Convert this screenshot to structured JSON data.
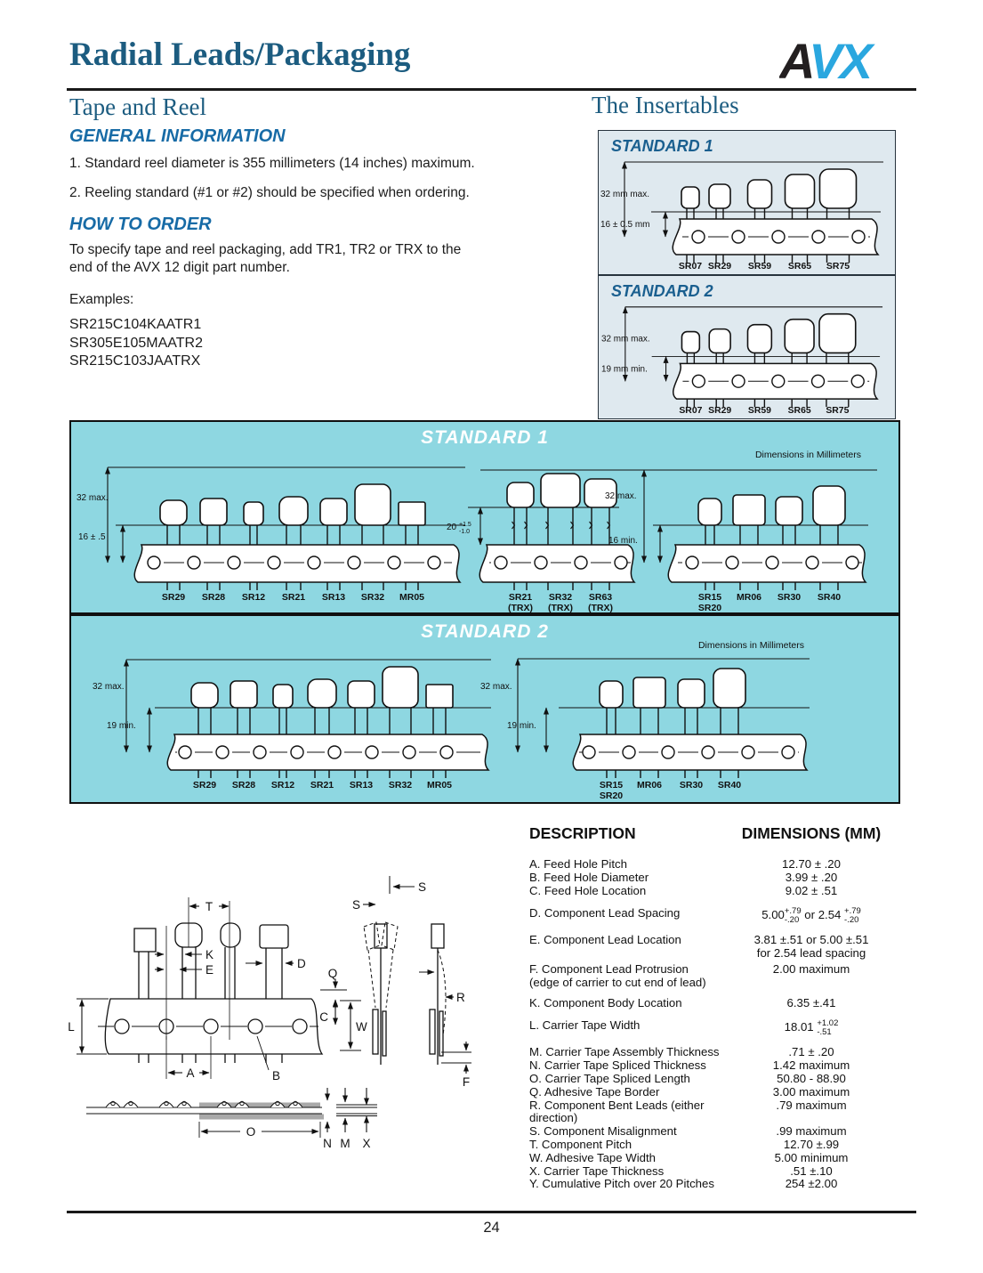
{
  "header": {
    "title": "Radial Leads/Packaging",
    "logo_a": "A",
    "logo_vx": "VX"
  },
  "sections": {
    "left_title": "Tape and Reel",
    "right_title": "The Insertables"
  },
  "general_information": {
    "heading": "GENERAL INFORMATION",
    "items": [
      "1. Standard reel diameter is 355 millimeters (14 inches) maximum.",
      "2. Reeling standard (#1 or #2) should be specified when ordering."
    ]
  },
  "how_to_order": {
    "heading": "HOW TO ORDER",
    "lines": [
      "To specify tape and reel packaging, add TR1, TR2 or TRX to the",
      "end of the AVX 12 digit part number."
    ],
    "examples_label": "Examples:",
    "examples": [
      "SR215C104KAATR1",
      "SR305E105MAATR2",
      "SR215C103JAATRX"
    ]
  },
  "insertables": {
    "standard1": {
      "title": "STANDARD 1",
      "height_dim": "32 mm max.",
      "seat_dim": "16 ± 0.5 mm",
      "parts": [
        "SR07",
        "SR29",
        "SR59",
        "SR65",
        "SR75"
      ]
    },
    "standard2": {
      "title": "STANDARD 2",
      "height_dim": "32 mm max.",
      "seat_dim": "19 mm min.",
      "parts": [
        "SR07",
        "SR29",
        "SR59",
        "SR65",
        "SR75"
      ]
    }
  },
  "reeling": {
    "standard1": {
      "title": "STANDARD 1",
      "note": "Dimensions in Millimeters",
      "left_parts": [
        "SR29",
        "SR28",
        "SR12",
        "SR21",
        "SR13",
        "SR32",
        "MR05"
      ],
      "trx_parts": [
        "SR21|(TRX)",
        "SR32|(TRX)",
        "SR63|(TRX)"
      ],
      "right_parts": [
        "SR15|SR20",
        "MR06",
        "SR30",
        "SR40"
      ],
      "height_dim": "32 max.",
      "seat_dim": "16 ± .5",
      "trx_dim": {
        "main": "20",
        "sup": "+1.5",
        "sub": "-1.0"
      },
      "height_dim2": "32 max.",
      "seat_dim2": "16 min."
    },
    "standard2": {
      "title": "STANDARD 2",
      "note": "Dimensions in Millimeters",
      "left_parts": [
        "SR29",
        "SR28",
        "SR12",
        "SR21",
        "SR13",
        "SR32",
        "MR05"
      ],
      "right_parts": [
        "SR15|SR20",
        "MR06",
        "SR30",
        "SR40"
      ],
      "height_dim": "32 max.",
      "seat_dim": "19 min.",
      "height_dim2": "32 max.",
      "seat_dim2": "19 min."
    }
  },
  "spec_table": {
    "col1": "DESCRIPTION",
    "col2": "DIMENSIONS (MM)",
    "rows": [
      {
        "d": "A. Feed Hole Pitch",
        "v": "12.70 ± .20"
      },
      {
        "d": "B. Feed Hole Diameter",
        "v": "3.99 ± .20"
      },
      {
        "d": "C. Feed Hole Location",
        "v": "9.02 ± .51"
      },
      {
        "d": "D. Component Lead Spacing",
        "gap": 11,
        "parts": [
          {
            "t": "5.00"
          },
          {
            "sup": "+.79",
            "sub": "-.20"
          },
          {
            "t": " or 2.54 "
          },
          {
            "sup": "+.79",
            "sub": "-.20"
          }
        ]
      },
      {
        "d": "E. Component Lead Location",
        "gap": 11,
        "v": "3.81 ±.51 or 5.00 ±.51",
        "v2": "for 2.54 lead spacing"
      },
      {
        "d": "F. Component Lead Protrusion",
        "d2": "(edge of carrier to cut end of lead)",
        "v": "2.00 maximum",
        "gap": 3
      },
      {
        "d": "K. Component Body Location",
        "v": "6.35 ±.41",
        "gap": 8
      },
      {
        "d": "L. Carrier Tape Width",
        "gap": 11,
        "parts": [
          {
            "t": "18.01 "
          },
          {
            "sup": "+1.02",
            "sub": "-.51"
          }
        ]
      },
      {
        "d": "M. Carrier Tape Assembly Thickness",
        "v": ".71 ± .20",
        "gap": 11
      },
      {
        "d": "N. Carrier Tape Spliced Thickness",
        "v": "1.42 maximum"
      },
      {
        "d": "O. Carrier Tape Spliced Length",
        "v": "50.80 - 88.90"
      },
      {
        "d": "Q. Adhesive Tape Border",
        "v": "3.00 maximum"
      },
      {
        "d": "R. Component Bent Leads (either direction)",
        "v": ".79 maximum"
      },
      {
        "d": "S. Component Misalignment",
        "v": ".99 maximum"
      },
      {
        "d": "T. Component Pitch",
        "v": "12.70 ±.99"
      },
      {
        "d": "W. Adhesive Tape Width",
        "v": "5.00 minimum"
      },
      {
        "d": "X. Carrier Tape Thickness",
        "v": ".51 ±.10"
      },
      {
        "d": "Y. Cumulative Pitch over 20 Pitches",
        "v": "254 ±2.00"
      }
    ]
  },
  "dimension_diagram": {
    "labels": {
      "t": "T",
      "k": "K",
      "e": "E",
      "d": "D",
      "q": "Q",
      "c": "C",
      "w": "W",
      "l": "L",
      "a": "A",
      "b": "B",
      "s": "S",
      "r": "R",
      "f": "F",
      "o": "O",
      "n": "N",
      "m": "M",
      "x": "X"
    }
  },
  "footer": {
    "page_number": "24"
  }
}
